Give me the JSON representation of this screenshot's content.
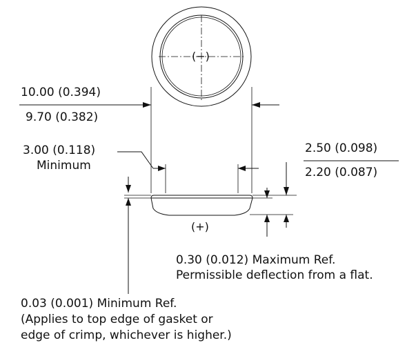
{
  "labels": {
    "polarity_negative": "(−)",
    "polarity_positive": "(+)",
    "diameter_max": "10.00 (0.394)",
    "diameter_min": "9.70 (0.382)",
    "gasket_width": "3.00 (0.118)",
    "gasket_width_note": "Minimum",
    "height_max": "2.50 (0.098)",
    "height_min": "2.20 (0.087)",
    "deflection_line1": "0.30 (0.012) Maximum Ref.",
    "deflection_line2": "Permissible deflection from a flat.",
    "edge_line1": "0.03 (0.001) Minimum Ref.",
    "edge_line2": "(Applies to top edge of gasket or",
    "edge_line3": "edge of crimp, whichever is higher.)"
  }
}
